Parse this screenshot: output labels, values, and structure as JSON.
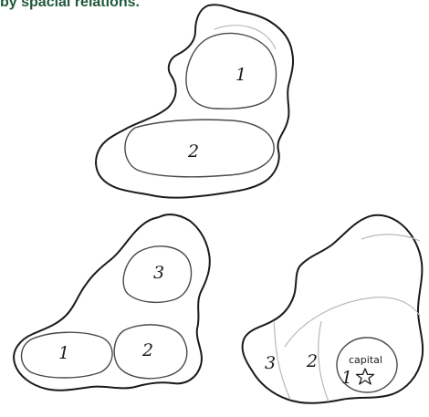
{
  "heading": "by spacial relations.",
  "top_map": {
    "labels": [
      "1",
      "2"
    ]
  },
  "left_map": {
    "labels": [
      "3",
      "1",
      "2"
    ]
  },
  "right_map": {
    "labels": [
      "3",
      "2",
      "1"
    ],
    "capital_label": "capital"
  }
}
